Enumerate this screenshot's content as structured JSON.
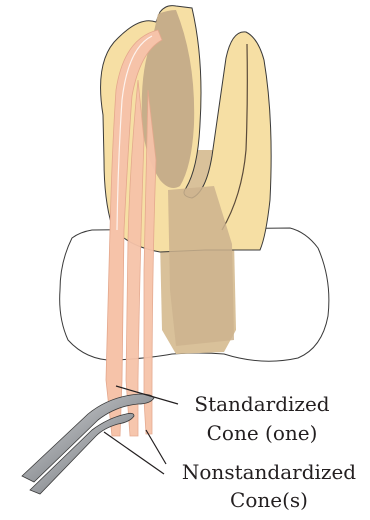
{
  "labels": {
    "standardized_line1": "Standardized",
    "standardized_line2": "Cone (one)",
    "nonstandardized_line1": "Nonstandardized",
    "nonstandardized_line2": "Cone(s)"
  },
  "colors": {
    "root_dentin": "#f6dfa4",
    "root_dentin_shadow": "#dcc394",
    "root_interior": "#c7ae8a",
    "crown_enamel": "#ffffff",
    "gutta_percha_cone": "#f6c3a9",
    "forceps_metal": "#8d9094",
    "outline": "#3a3a3a"
  }
}
